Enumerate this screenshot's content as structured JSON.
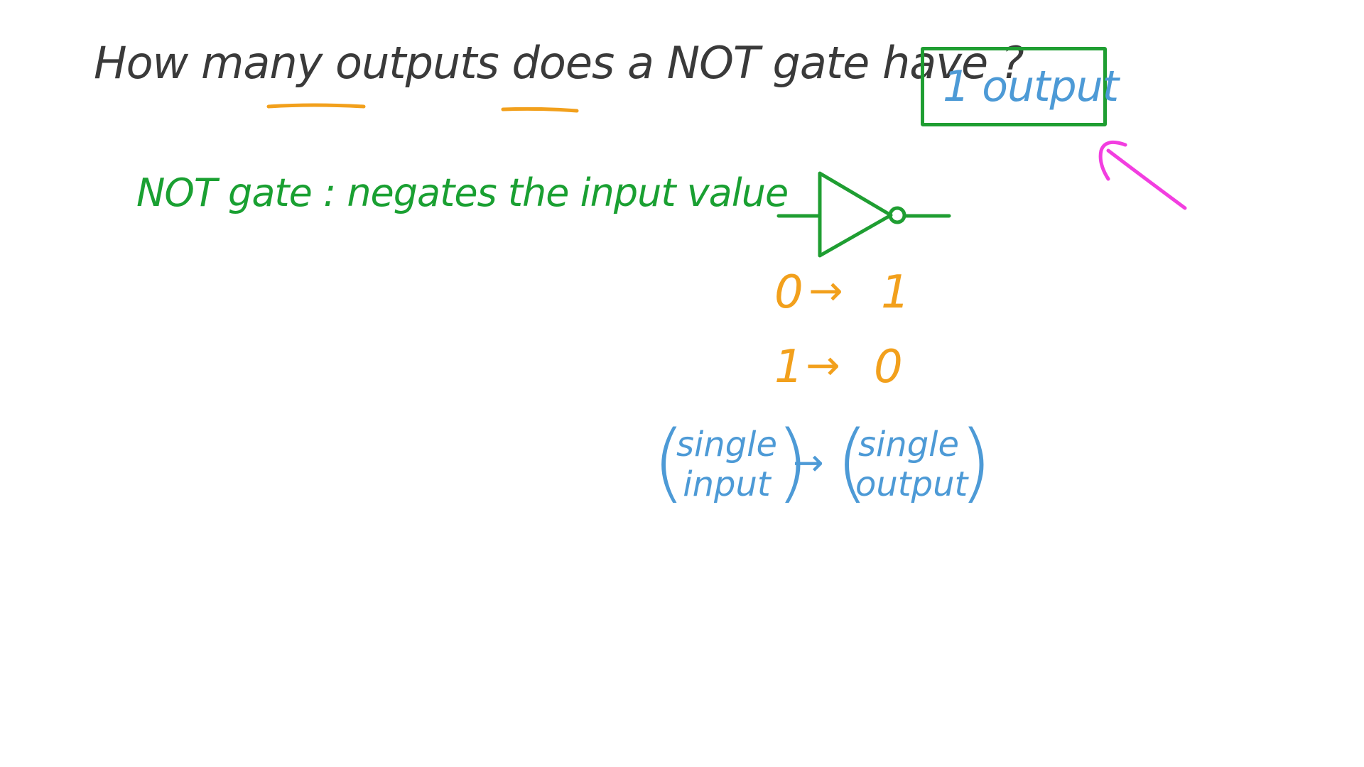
{
  "question": {
    "text": "How many outputs does a NOT gate have ?",
    "underline_color": "#f2a01c",
    "text_color": "#3a3a3a"
  },
  "definition": {
    "text": "NOT gate : negates the input value",
    "color": "#1aa032"
  },
  "answer": {
    "text": "1 output",
    "box_color": "#1f9e32",
    "text_color": "#4d9ad6"
  },
  "gate": {
    "symbol": "not-gate",
    "color": "#1f9e32"
  },
  "truth_table": {
    "rows": [
      {
        "input": "0",
        "output": "1"
      },
      {
        "input": "1",
        "output": "0"
      }
    ],
    "arrow": "→",
    "color": "#f2a01c"
  },
  "io_relation": {
    "input_line1": "single",
    "input_line2": "input",
    "output_line1": "single",
    "output_line2": "output",
    "arrow": "→",
    "color": "#4d9ad6"
  },
  "pointer": {
    "icon": "arrow-up-left-icon",
    "color": "#f23ee0"
  }
}
